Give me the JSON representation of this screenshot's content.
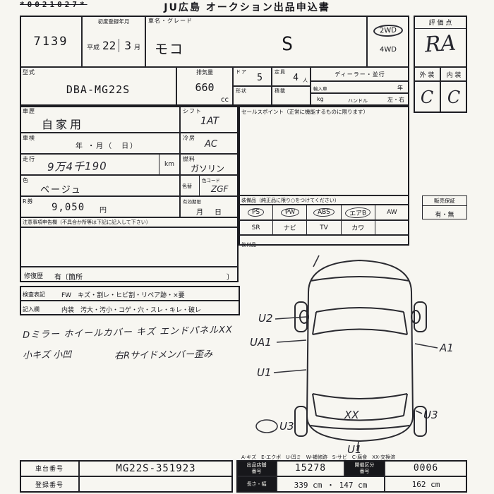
{
  "header": {
    "barcode": "*0021027*",
    "title": "JU広島 オークション出品申込書"
  },
  "auction": {
    "number": "7139"
  },
  "registration": {
    "label": "初度登録年月",
    "era": "平成",
    "year": "22",
    "month": "3",
    "month_unit": "月"
  },
  "vehicle": {
    "label": "車名・グレード",
    "name": "モコ",
    "grade": "S",
    "drive_2wd": "2WD",
    "drive_4wd": "4WD",
    "model_label": "型式",
    "model": "DBA-MG22S",
    "displacement_label": "排気量",
    "displacement": "660",
    "displacement_unit": "cc",
    "doors_label": "ドア",
    "doors": "5",
    "capacity_label": "定員",
    "capacity": "4",
    "capacity_unit": "人",
    "shape_label": "形状",
    "load_label": "積載",
    "dealer_label": "ディーラー・並行",
    "import_label": "輸入車",
    "import_year_unit": "年",
    "kg_unit": "kg",
    "handle_label": "ハンドル",
    "handle_value": "左・右"
  },
  "grade_panel": {
    "score_label": "評 価 点",
    "score": "RA",
    "exterior_label": "外 装",
    "interior_label": "内 装",
    "exterior": "C",
    "interior": "C"
  },
  "details": {
    "history_label": "車歴",
    "history": "自家用",
    "shift_label": "シフト",
    "shift": "1AT",
    "inspection_label": "車検",
    "inspection": "年 ・月（　日）",
    "aircon_label": "冷房",
    "aircon": "AC",
    "mileage_label": "走行",
    "mileage": "9万4千190",
    "mileage_unit": "km",
    "fuel_label": "燃料",
    "fuel": "ガソリン",
    "color_label": "色",
    "color": "ベージュ",
    "color_change_label": "色替",
    "color_code_label": "色コード",
    "color_code": "ZGF",
    "r_ticket_label": "R券",
    "r_ticket": "9,050",
    "r_ticket_unit": "円",
    "expiry_label": "有効期限",
    "expiry_value": "月　日",
    "notes_header": "注意事項申告欄（不具合か所等は下記に記入して下さい）",
    "repair_label": "修復歴",
    "repair_value": "有〔箇所",
    "repair_close": "〕"
  },
  "sales_point": {
    "header": "セールスポイント（正常に機能するものに限ります）"
  },
  "equipment": {
    "header": "装備品（純正品に限り○をつけてください）",
    "row1": [
      {
        "label": "PS",
        "circled": true
      },
      {
        "label": "PW",
        "circled": true
      },
      {
        "label": "ABS",
        "circled": true
      },
      {
        "label": "エアB",
        "circled": true
      },
      {
        "label": "AW",
        "circled": false
      }
    ],
    "row2": [
      "SR",
      "ナビ",
      "TV",
      "カワ"
    ],
    "aftermarket_label": "後付品"
  },
  "warranty": {
    "label": "販売保証",
    "value": "有・無"
  },
  "inspection_notes": {
    "row1_label": "検査表記",
    "row1_text": "FW　キズ・割レ・ヒビ割・リペア跡・×要",
    "row2_label": "記入欄",
    "row2_text": "内装　汚大・汚小・コゲ・穴・スレ・キレ・破レ"
  },
  "memo": {
    "line1": "Dミラー ホイールカバー キズ エンドパネルXX",
    "line2": "小キズ 小凹",
    "line3": "右Rサイドメンバー歪み"
  },
  "diagram": {
    "annotations": [
      {
        "text": "U2"
      },
      {
        "text": "UA1"
      },
      {
        "text": "U1"
      },
      {
        "text": "U3"
      },
      {
        "text": "A1"
      },
      {
        "text": "U3"
      },
      {
        "text": "XX"
      },
      {
        "text": "U1"
      }
    ],
    "legend": "A-キズ　E-エクボ　U-凹ミ　W-補修跡　S-サビ　C-腐食　XX-交換済"
  },
  "footer": {
    "chassis_label": "車台番号",
    "chassis": "MG22S-351923",
    "reg_label": "登録番号",
    "reg": "",
    "store_label": "出品店舗\n番号",
    "store_no": "15278",
    "session_label": "開催区分\n番号",
    "session_no": "0006",
    "dims_label": "長さ・幅",
    "dims1": "339 cm ・ 147 cm",
    "dims2": "162 cm"
  }
}
